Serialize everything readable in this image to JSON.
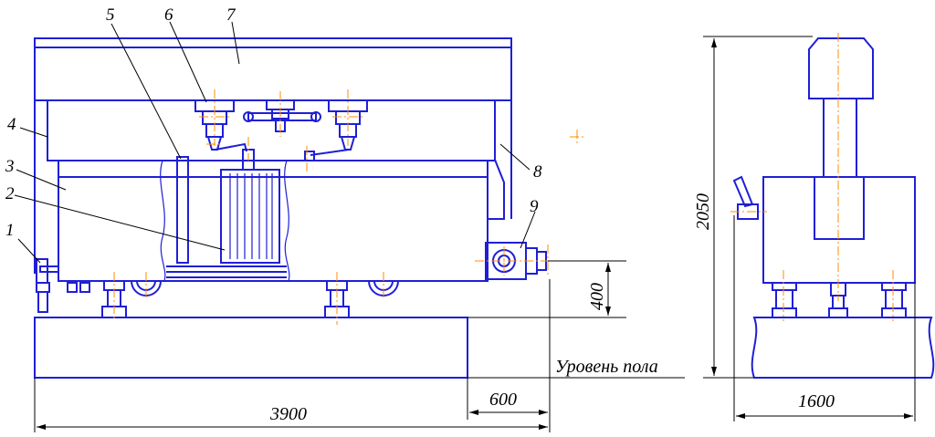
{
  "callouts": [
    "1",
    "2",
    "3",
    "4",
    "5",
    "6",
    "7",
    "8",
    "9"
  ],
  "dimensions": {
    "total_length": "3900",
    "offset": "600",
    "height_base": "400",
    "total_height": "2050",
    "width": "1600"
  },
  "floor_label": "Уровень пола",
  "colors": {
    "drawing": "#1f1fd6",
    "axis": "#ff8c00",
    "dimension": "#000000"
  }
}
